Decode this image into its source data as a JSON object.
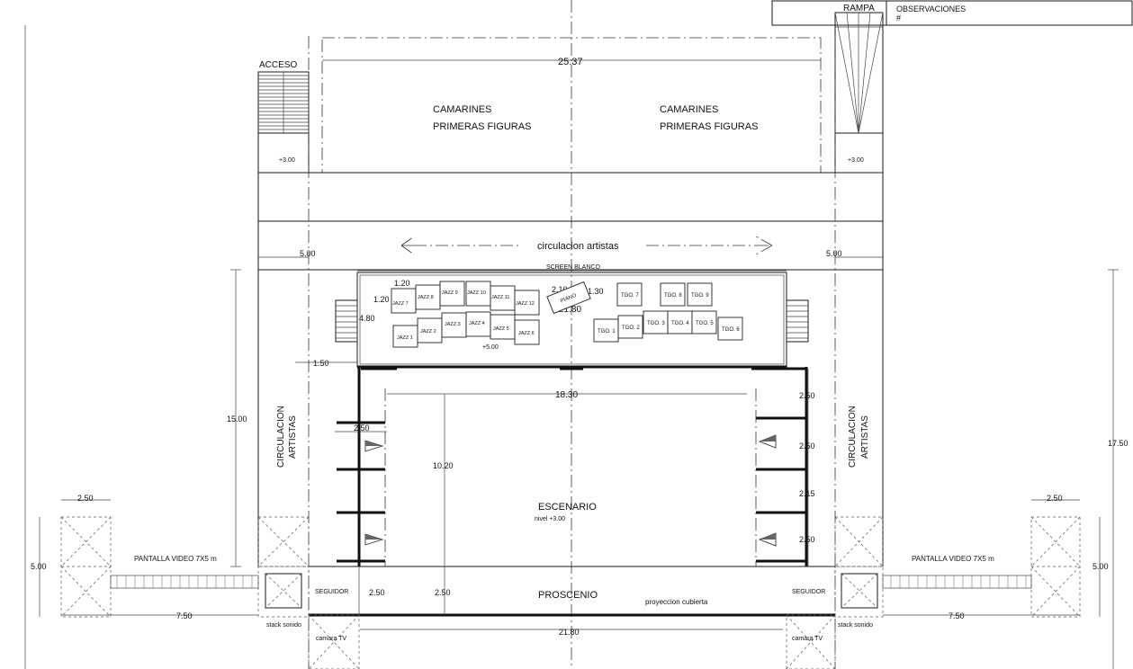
{
  "header": {
    "rampa_label": "RAMPA",
    "observaciones_label": "OBSERVACIONES",
    "observaciones_value": "#"
  },
  "top": {
    "acceso": "ACCESO",
    "acceso_level": "+3.00",
    "rampa_level": "+3.00",
    "width_dim": "25.37",
    "camarines_left_1": "CAMARINES",
    "camarines_left_2": "PRIMERAS FIGURAS",
    "camarines_right_1": "CAMARINES",
    "camarines_right_2": "PRIMERAS FIGURAS",
    "circulacion": "circulacion artistas",
    "dim_left": "5.00",
    "dim_right": "5.00"
  },
  "platform": {
    "screen": "SCREEN BLANCO",
    "jazz": [
      "JAZZ 1",
      "JAZZ 2",
      "JAZZ 3",
      "JAZZ 4",
      "JAZZ 5",
      "JAZZ 6",
      "JAZZ 7",
      "JAZZ 8",
      "JAZZ 9",
      "JAZZ 10",
      "JAZZ 11",
      "JAZZ 12"
    ],
    "tango": [
      "TGO. 1",
      "TGO. 2",
      "TGO. 3",
      "TGO. 4",
      "TGO. 5",
      "TGO. 6",
      "TGO. 7",
      "TGO. 8",
      "TGO. 9"
    ],
    "piano": "PIANO",
    "dim_120a": "1.20",
    "dim_120b": "1.20",
    "dim_480": "4.80",
    "dim_150": "1.50",
    "dim_210": "2.10",
    "dim_130": "1.30",
    "dim_2180": "21.80",
    "level": "+5.00"
  },
  "stage": {
    "escenario": "ESCENARIO",
    "nivel": "nivel +3.00",
    "dim_1830": "18.30",
    "dim_1020": "10.20",
    "dim_250_left": "2.50",
    "right_dims": [
      "2.50",
      "2.50",
      "2.15",
      "2.50"
    ],
    "dim_1500": "15.00",
    "dim_1750": "17.50",
    "circ_left_1": "CIRCULACION",
    "circ_left_2": "ARTISTAS",
    "circ_right_1": "CIRCULACION",
    "circ_right_2": "ARTISTAS"
  },
  "bottom": {
    "proscenio": "PROSCENIO",
    "proyeccion": "proyeccion cubierta",
    "dim_250_a": "2.50",
    "dim_250_b": "2.50",
    "dim_2180": "21.80",
    "seguidor_left": "SEGUIDOR",
    "seguidor_right": "SEGUIDOR",
    "stack_left": "stack sonido",
    "stack_right": "stack sonido",
    "camara_left": "camara TV",
    "camara_right": "camara TV",
    "pantalla_left": "PANTALLA VIDEO 7X5 m",
    "pantalla_right": "PANTALLA VIDEO 7X5 m",
    "tower_w_left": "2.50",
    "tower_w_right": "2.50",
    "tower_h_left": "5.00",
    "tower_h_right": "5.00",
    "dist_left": "7.50",
    "dist_right": "7.50"
  }
}
